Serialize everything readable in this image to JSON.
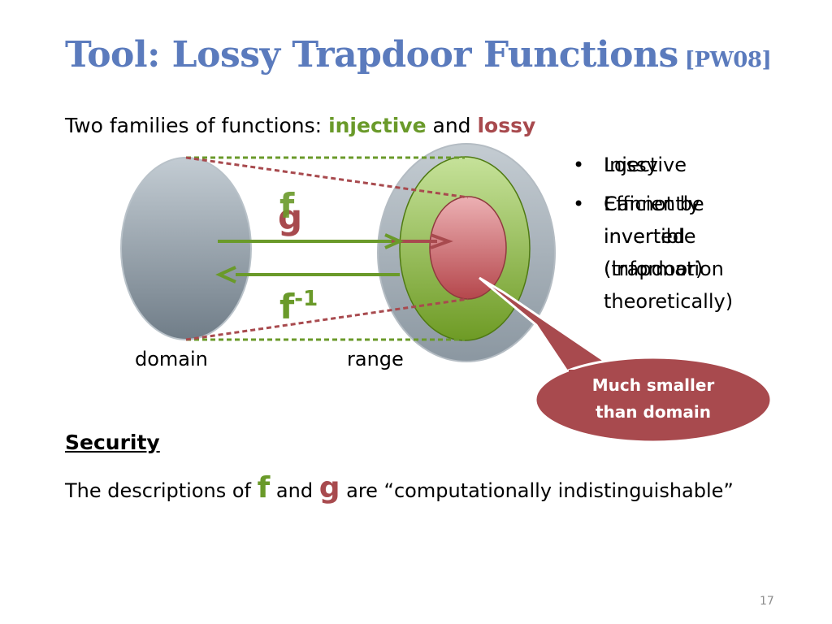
{
  "slide": {
    "title": "Tool: Lossy Trapdoor Functions",
    "title_cite": "[PW08]",
    "subtitle_prefix": "Two families of functions: ",
    "subtitle_injective": "injective",
    "subtitle_and": " and ",
    "subtitle_lossy": "lossy",
    "page_number": "17"
  },
  "diagram": {
    "f_label": "f",
    "g_label": "g",
    "finv_base": "f",
    "finv_sup": "-1",
    "domain_label": "domain",
    "range_label": "range",
    "callout": [
      "Much smaller",
      "than domain"
    ],
    "colors": {
      "injective": "#6a9a2a",
      "lossy": "#a84a4e",
      "title": "#5b7bbd",
      "domain": "#9aa6b0",
      "range": "#9aa6b0"
    }
  },
  "bullets": {
    "bullet1_overlapping": [
      "Injective",
      "Lossy"
    ],
    "bullet2_injective_lines": [
      "Efficiently",
      "invertible",
      "(trapdoor)"
    ],
    "bullet2_lossy_lines": [
      "Cannot be",
      "inverted",
      "(information",
      "theoretically)"
    ]
  },
  "security": {
    "heading": "Security",
    "desc_prefix": "The descriptions of ",
    "desc_f": "f",
    "desc_and": " and ",
    "desc_g": "g",
    "desc_suffix": " are “computationally indistinguishable”"
  }
}
